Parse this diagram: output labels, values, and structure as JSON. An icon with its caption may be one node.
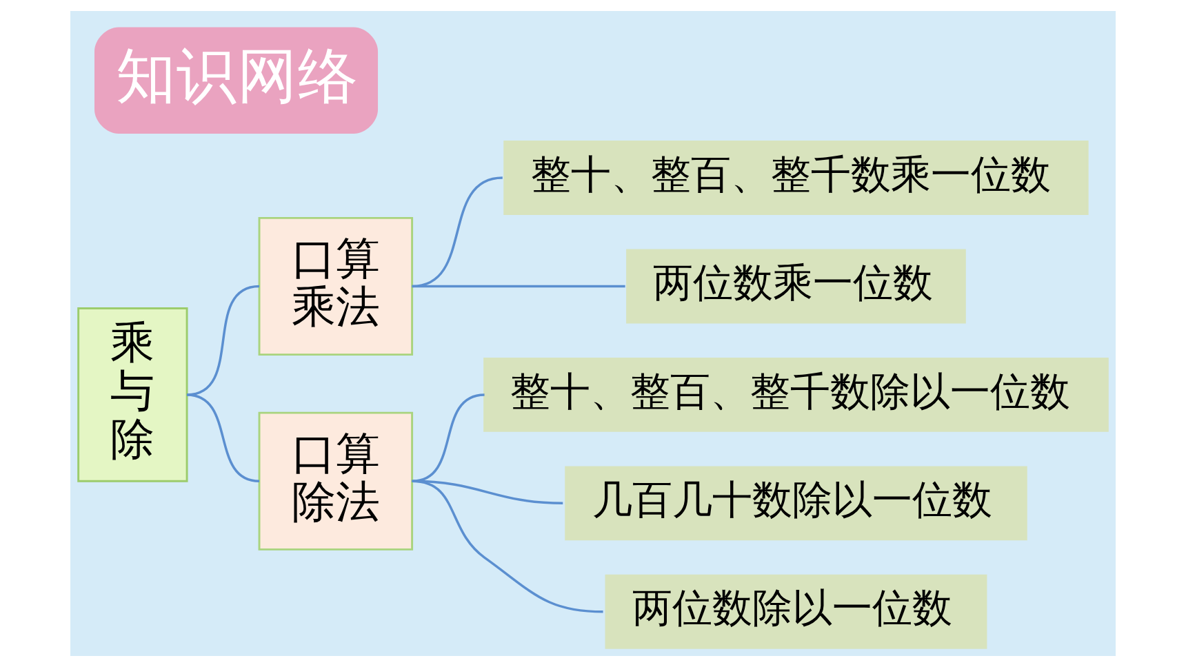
{
  "diagram": {
    "title": "知识网络",
    "nodes": [
      {
        "text": [
          "乘与除"
        ]
      },
      {
        "text": [
          "口算乘法"
        ]
      },
      {
        "text": [
          "整十、整百、整千数乘一位数"
        ]
      },
      {
        "text": [
          "两位数乘一位数"
        ]
      },
      {
        "text": [
          "口算除法"
        ]
      },
      {
        "text": [
          "整十、整百、整千数除以一位数"
        ]
      },
      {
        "text": [
          "几百几十数除以一位数"
        ]
      },
      {
        "text": [
          "两位数除以一位数"
        ]
      }
    ],
    "edges": [
      {
        "from": 0,
        "to": 1,
        "arrow": "none"
      },
      {
        "from": 0,
        "to": 4,
        "arrow": "none"
      },
      {
        "from": 1,
        "to": 2,
        "arrow": "none"
      },
      {
        "from": 1,
        "to": 3,
        "arrow": "none"
      },
      {
        "from": 4,
        "to": 5,
        "arrow": "none"
      },
      {
        "from": 4,
        "to": 6,
        "arrow": "none"
      },
      {
        "from": 4,
        "to": 7,
        "arrow": "none"
      }
    ]
  }
}
